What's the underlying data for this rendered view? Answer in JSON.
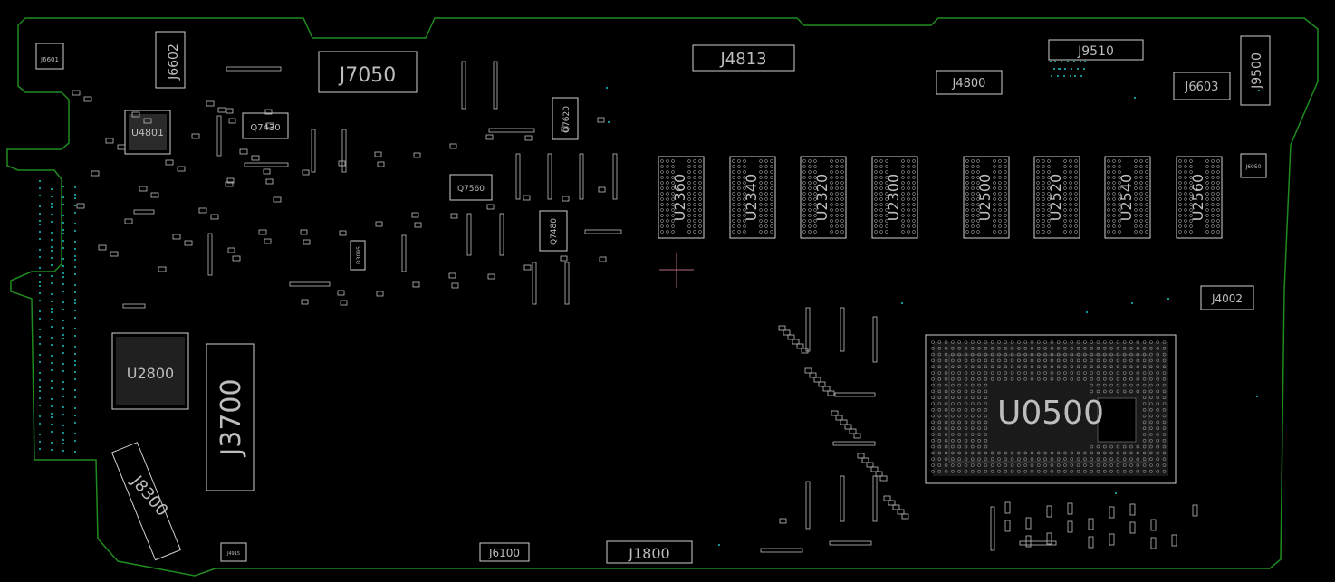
{
  "viewer": {
    "background": "#000000",
    "outline_color": "#1f8a1f",
    "part_color": "#cfcfcf",
    "via_color": "#1aa3a3",
    "cursor_color": "#b56a7a"
  },
  "components": {
    "J6601": "J6601",
    "J6602": "J6602",
    "J7050": "J7050",
    "J4813": "J4813",
    "J9510": "J9510",
    "J9500": "J9500",
    "J4800": "J4800",
    "J6603": "J6603",
    "U4801": "U4801",
    "Q7430": "Q7430",
    "Q7620": "Q7620",
    "Q7560": "Q7560",
    "Q7480": "Q7480",
    "D3095": "D3095",
    "U2360": "U2360",
    "U2340": "U2340",
    "U2320": "U2320",
    "U2300": "U2300",
    "U2500": "U2500",
    "U2520": "U2520",
    "U2540": "U2540",
    "U2560": "U2560",
    "J6050": "J6050",
    "J4002": "J4002",
    "U2800": "U2800",
    "J3700": "J3700",
    "J8300": "J8300",
    "U0500": "U0500",
    "J6100": "J6100",
    "J1800": "J1800",
    "J4915": "J4915"
  }
}
